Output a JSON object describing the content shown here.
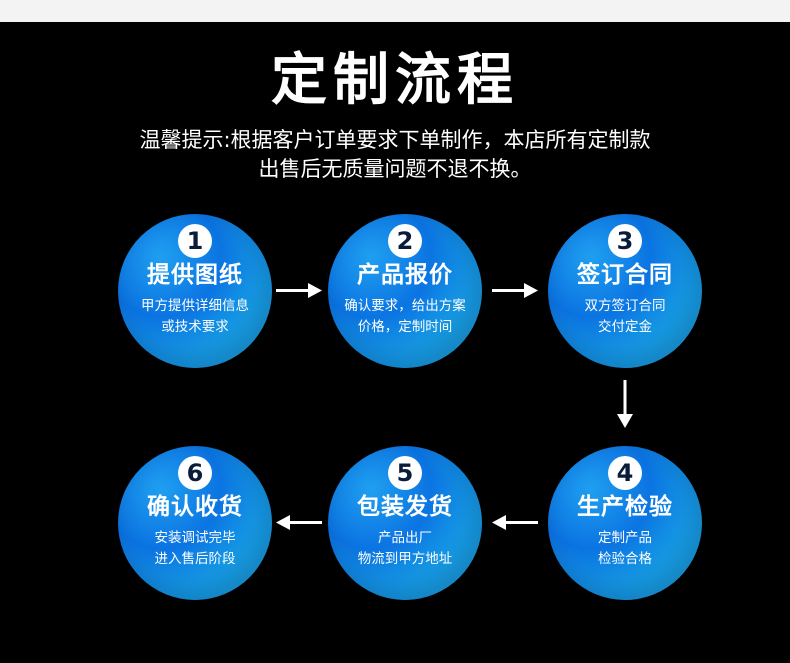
{
  "header": {
    "title": "定制流程",
    "notice_line1": "温馨提示:根据客户订单要求下单制作，本店所有定制款",
    "notice_line2": "出售后无质量问题不退不换。"
  },
  "steps": [
    {
      "number": "1",
      "title": "提供图纸",
      "desc_line1": "甲方提供详细信息",
      "desc_line2": "或技术要求"
    },
    {
      "number": "2",
      "title": "产品报价",
      "desc_line1": "确认要求，给出方案",
      "desc_line2": "价格，定制时间"
    },
    {
      "number": "3",
      "title": "签订合同",
      "desc_line1": "双方签订合同",
      "desc_line2": "交付定金"
    },
    {
      "number": "4",
      "title": "生产检验",
      "desc_line1": "定制产品",
      "desc_line2": "检验合格"
    },
    {
      "number": "5",
      "title": "包装发货",
      "desc_line1": "产品出厂",
      "desc_line2": "物流到甲方地址"
    },
    {
      "number": "6",
      "title": "确认收货",
      "desc_line1": "安装调试完毕",
      "desc_line2": "进入售后阶段"
    }
  ],
  "colors": {
    "background": "#000000",
    "circle_blue": "#0b74e2",
    "circle_cyan": "#34c9e2",
    "arrow": "#ffffff"
  },
  "icons": {
    "arrow_right": "arrow-right-icon",
    "arrow_left": "arrow-left-icon",
    "arrow_down": "arrow-down-icon"
  }
}
